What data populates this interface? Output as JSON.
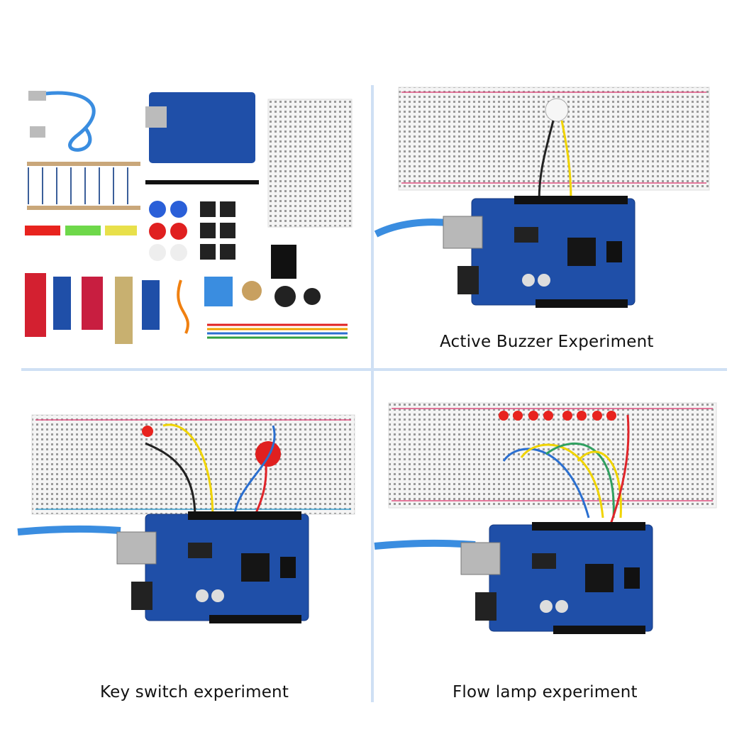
{
  "captions": {
    "top_right": "Active Buzzer Experiment",
    "bottom_left": "Key switch experiment",
    "bottom_right": "Flow lamp experiment"
  },
  "colors": {
    "board_blue": "#1f4fa8",
    "breadboard": "#f2f2f2",
    "usb_cable": "#3a8de0",
    "divider": "#cfe0f4",
    "led_red": "#e8231e",
    "wire_yellow": "#f0d400",
    "wire_red": "#e0242a",
    "wire_blue": "#2a6fd0",
    "wire_black": "#222222"
  }
}
